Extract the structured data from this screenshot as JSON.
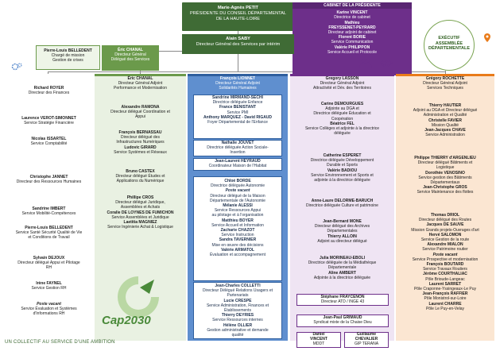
{
  "president": [
    "Marie-Agnès PETIT",
    "PRÉSIDENTE DU CONSEIL DÉPARTEMENTAL",
    "DE LA HAUTE-LOIRE"
  ],
  "cabinet": {
    "title": "CABINET DE LA PRÉSIDENTE",
    "lines": [
      "Karine VINCENT",
      "Directrice de cabinet",
      "Mathieu",
      "FREYSSENET-PEYRARD",
      "Directeur adjoint de cabinet",
      "Florent BORIE",
      "Service Communication",
      "Valérie PHILIPPON",
      "Service Accueil et Protocole"
    ]
  },
  "dgs": [
    "Alain SABY",
    "Directeur Général des Services par intérim"
  ],
  "exec": [
    "EXÉCUTIF",
    "ASSEMBLÉE",
    "DÉPARTEMENTALE"
  ],
  "belledent": [
    "Pierre-Louis BELLEDENT",
    "Chargé de mission",
    "Gestion de crises"
  ],
  "chanal_top": [
    "Éric CHANAL",
    "Directeur Général",
    "Délégué des Services"
  ],
  "col1": [
    [
      "Richard ROYER",
      "Directeur des Finances"
    ],
    [
      "Laurence VEROT-SIMONNET",
      "Service Stratégie Financière"
    ],
    [
      "Nicolas ISSARTEL",
      "Service Comptabilité"
    ],
    [
      "Christophe JANNET",
      "Directeur des Ressources Humaines"
    ],
    [
      "Sandrine IMBERT",
      "Service Mobilité-Compétences"
    ],
    [
      "Pierre-Louis BELLEDENT",
      "Service Santé Sécurité Qualité de Vie",
      "et Conditions de Travail"
    ],
    [
      "Sylvain DEJOUX",
      "Directeur délégué Appui et Pilotage",
      "RH"
    ],
    [
      "Irène FAYNEL",
      "Service Gestion RH"
    ],
    [
      "Poste vacant",
      "Service Évaluation et Systèmes",
      "d'Informations RH"
    ]
  ],
  "col2": [
    [
      "Éric CHANAL",
      "Directeur Général Adjoint",
      "Performance et Modernisation"
    ],
    [
      "Alexandre RAMONA",
      "Directeur délégué Coordination et",
      "Appui"
    ],
    [
      "François BERNASSAU",
      "Directeur délégué des",
      "Infrastructures Numériques",
      "Ludovic GIRARD",
      "Service Systèmes et Réseaux"
    ],
    [
      "Bruno CASTEX",
      "Directeur délégué Études et",
      "Applications du Numérique"
    ],
    [
      "Phillipe CROS",
      "Directeur délégué Juridique,",
      "Assemblées et Achats",
      "Coralie DE LOYNES DE FUMICHON",
      "Service Assemblées et Juridique",
      "Laetitia MAGNIEZ",
      "Service Ingénierie Achat & Logistique"
    ]
  ],
  "col3_head": [
    "François LIONNET",
    "Directeur Général Adjoint",
    "Solidarités Humaines"
  ],
  "col3": [
    [
      "Sandrine MIRMAND-SECHI",
      "Directrice déléguée Enfance"
    ],
    [
      "France BENISTANT",
      "Service PMI"
    ],
    [
      "Anthony MARQUEZ - David RIGAUD",
      "Foyer Départemental de l'Enfance"
    ],
    [
      "Nathalie JOUVET",
      "Directrice déléguée Action Sociale-",
      "Insertion"
    ],
    [
      "Jean-Laurent HEYRAUD",
      "Coordinateur Maison de l'Habitat"
    ],
    [
      "Chloé BORDE",
      "Directrice déléguée Autonomie",
      "Poste vacant",
      "Directeur délégué de la Maison",
      "Départementale de l'Autonomie",
      "Mélanie ALESSI",
      "Service Ressources Appui",
      "au pilotage et à l'organisation",
      "Matthieu BOYER",
      "Service Accueil et Information",
      "Zacharie CHAZOT",
      "Service Instruction",
      "Sandra TAVERNIER",
      "Mise en œuvre des décisions",
      "Valérie ARMATOL",
      "Évaluation et accompagnement"
    ],
    [
      "Jean-Charles COLLETTI",
      "Directeur Délégué Relations Usagers et",
      "Partenariats",
      "Lucie CRESPE",
      "Service Administration, Finances et",
      "Établissements",
      "Thierry DEYRIES",
      "Service Ressources internes",
      "Hélène OLLIER",
      "Gestion administrative et demande",
      "qualité"
    ]
  ],
  "col4_head": [
    "Gregory LASSON",
    "Directeur Général Adjoint",
    "Attractivité et Dév. des Territoires"
  ],
  "col4": [
    [
      "Carine DEMOURGUES",
      "Adjointe au DGA et",
      "Directrice déléguée Éducation et",
      "Coopération",
      "Béatrice FEL",
      "Service Collèges et adjointe à la directrice",
      "déléguée"
    ],
    [
      "Catherine ESPERET",
      "Directrice déléguée Développement",
      "Durable et Sports",
      "Valérie BADIOU",
      "Service Environnement et Sports et",
      "adjointe à la directrice déléguée"
    ],
    [
      "Anne-Laure DELORME-BARUCH",
      "Directrice déléguée Culture et patrimoine"
    ],
    [
      "Jean-Bernard MONE",
      "Directeur délégué des Archives",
      "Départementales",
      "Thierry ALLOIN",
      "Adjoint au directeur délégué"
    ],
    [
      "Julia MORINEAU-EBOLI",
      "Directrice déléguée de la Médiathèque",
      "Départementale",
      "Aline AMBERT",
      "Adjointe à la directrice déléguée"
    ],
    [
      "Stéphane FRAYCENON",
      "Directeur ATD / INGE 43"
    ],
    [
      "Jean-Paul GRIMAUD",
      "Syndicat mixte de la Chaise Dieu"
    ],
    [
      "Daniel",
      "VINCENT",
      "MDDT"
    ],
    [
      "Guillaume",
      "CHEVALIER",
      "GIP TERANA"
    ]
  ],
  "col5_head": [
    "Grégory ROCHETTE",
    "Directeur Général Adjoint",
    "Services Techniques"
  ],
  "col5": [
    [
      "Thierry HAUTIER",
      "Adjoint au DGA et Directeur délégué",
      "Administration et Qualité",
      "Christelle FAVIER",
      "Mission Qualité",
      "Jean-Jacques CHAVE",
      "Service Administration"
    ],
    [
      "Philippe THIERRY d'ARGENLIEU",
      "Directeur délégué Bâtiments et",
      "Logistique",
      "Dorothée VENOSINO",
      "Service gestion des Bâtiments",
      "Départementaux",
      "Jean-Christophe GROS",
      "Service Maintenance des flottes"
    ],
    [
      "Thomas DRIOL",
      "Directeur délégué des Routes",
      "Jacques DE SAUVE",
      "Mission Grands projets-Ouvrages d'art",
      "Hervé SALOMON",
      "Service Gestion de la route",
      "Alexandre MIALON",
      "Service Patrimoine routier",
      "Poste vacant",
      "Service Prospective et modernisation",
      "François BOUTARD",
      "Service Travaux Routiers",
      "Jérôme COURTHALIAC",
      "Pôle Brioude-Langeac",
      "Laurent SARRET",
      "Pôle Craponne-Yssingeaux-Le Puy",
      "Jean-François RAFFIER",
      "Pôle Monistrol-sur-Loire",
      "Laurent CHARRE",
      "Pôle Le Puy-en-Velay"
    ]
  ],
  "logo_text": "Cap2030",
  "tagline": "UN COLLECTIF AU SERVICE D'UNE AMBITION",
  "colors": {
    "green": "#3f6b35",
    "lightgreen": "#6b9a4b",
    "blue": "#5f8fcf",
    "purple": "#6d2f8a",
    "orange": "#e97b1a"
  }
}
